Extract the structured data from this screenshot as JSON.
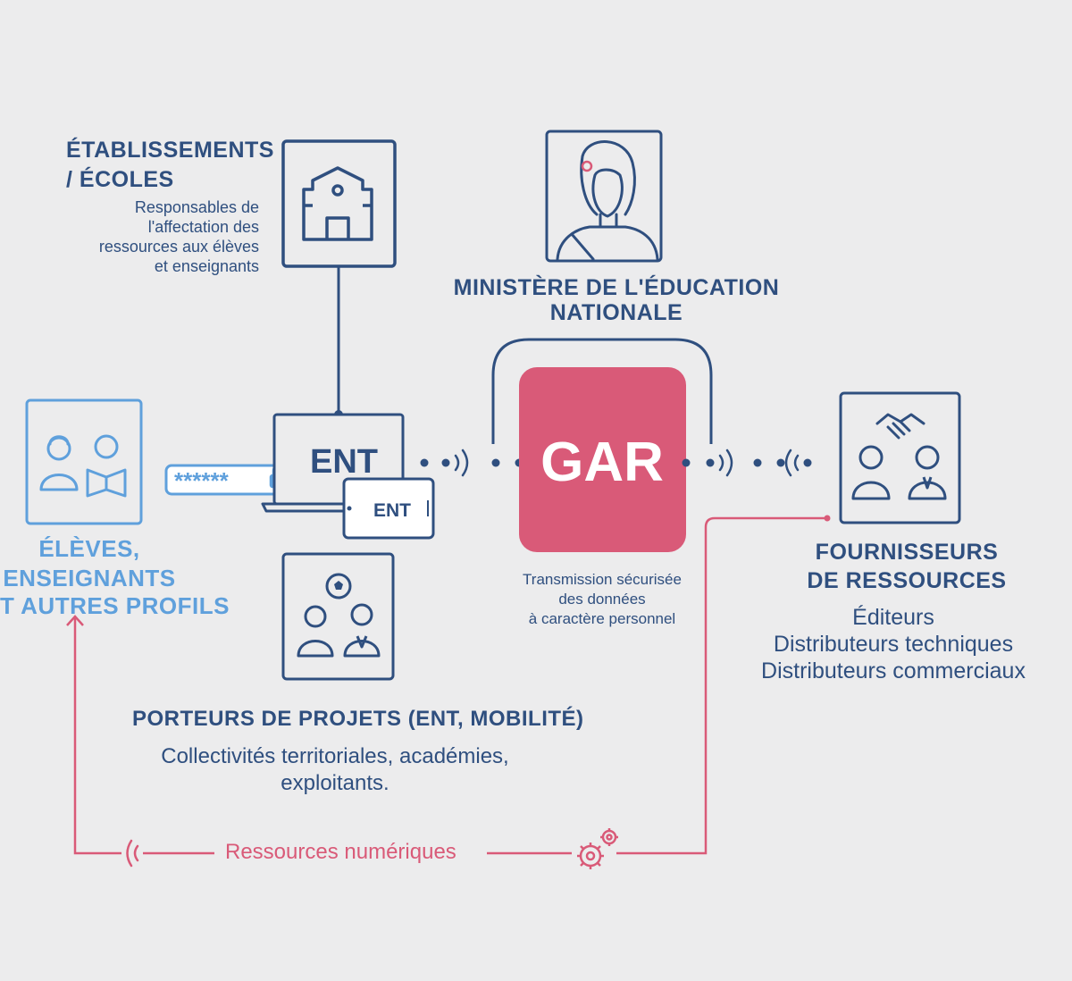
{
  "etablissements": {
    "title_line1": "ÉTABLISSEMENTS",
    "title_line2": "/ ÉCOLES",
    "desc": [
      "Responsables de",
      "l'affectation des",
      "ressources aux élèves",
      "et enseignants"
    ]
  },
  "ministere": {
    "title_line1": "MINISTÈRE DE L'ÉDUCATION",
    "title_line2": "NATIONALE"
  },
  "eleves": {
    "line1": "ÉLÈVES,",
    "line2": "ENSEIGNANTS",
    "line3": "T AUTRES PROFILS"
  },
  "ent": {
    "laptop_label": "ENT",
    "tablet_label": "ENT",
    "password_mask": "******"
  },
  "gar": {
    "label": "GAR",
    "transmission": [
      "Transmission sécurisée",
      "des données",
      "à caractère personnel"
    ]
  },
  "fournisseurs": {
    "title_line1": "FOURNISSEURS",
    "title_line2": "DE RESSOURCES",
    "items": [
      "Éditeurs",
      "Distributeurs techniques",
      "Distributeurs commerciaux"
    ]
  },
  "porteurs": {
    "title": "PORTEURS DE PROJETS (ENT, MOBILITÉ)",
    "desc_line1": "Collectivités territoriales, académies,",
    "desc_line2": "exploitants."
  },
  "ressources": {
    "label": "Ressources numériques"
  },
  "colors": {
    "navy": "#2f4f7f",
    "light_blue": "#5fa0dc",
    "gar_pink": "#d95a78",
    "background": "#ececed"
  },
  "icons": [
    "school-building-icon",
    "marianne-icon",
    "students-reading-icon",
    "padlock-icon",
    "laptop-icon",
    "tablet-icon",
    "handshake-icon",
    "people-icon",
    "soccer-ball-icon",
    "gear-icon",
    "wireless-signal-icon"
  ]
}
